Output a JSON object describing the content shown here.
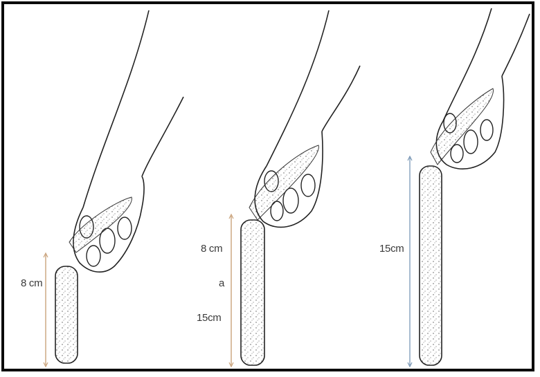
{
  "panels": [
    {
      "id": "panel-1",
      "label": "8 cm"
    },
    {
      "id": "panel-2",
      "label_lines": [
        "8 cm",
        "a",
        "15cm"
      ]
    },
    {
      "id": "panel-3",
      "label": "15cm"
    }
  ],
  "colors": {
    "frame": "#0a0a0a",
    "ink": "#222222",
    "measure_line": "#c9a27a",
    "measure_line_blue": "#6f8fb0"
  }
}
